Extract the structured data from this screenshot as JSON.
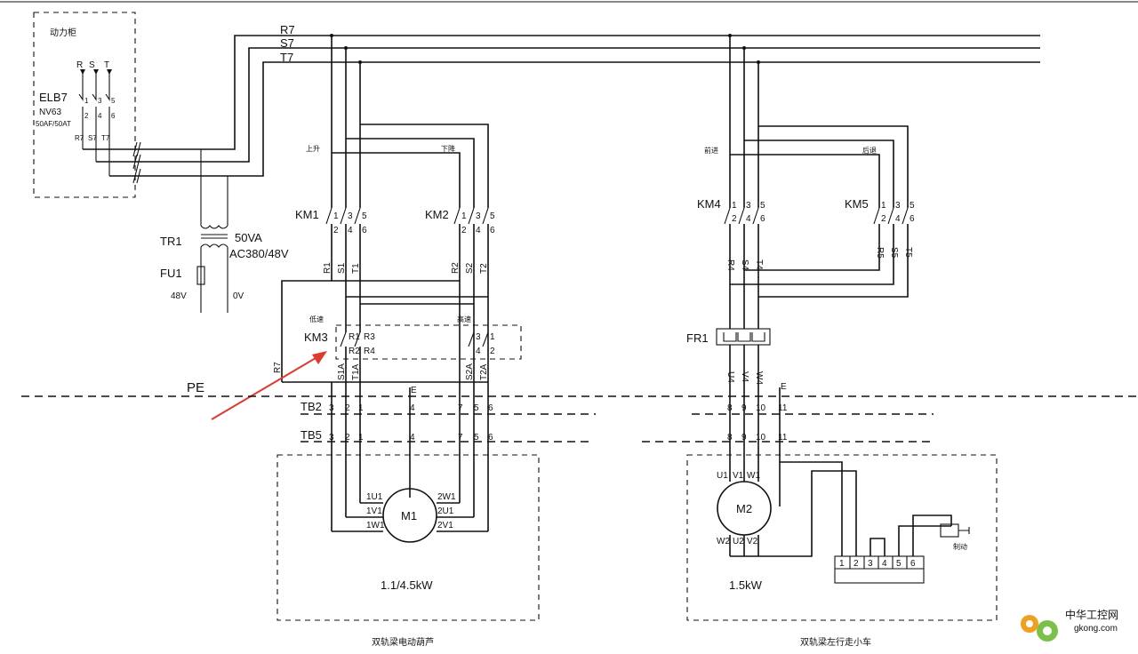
{
  "power_cabinet": {
    "title": "动力柜",
    "breaker_name": "ELB7",
    "breaker_model": "NV63",
    "breaker_rating": "50AF/50AT",
    "inputs": [
      "R",
      "S",
      "T"
    ],
    "poles_top": [
      "1",
      "3",
      "5"
    ],
    "poles_bottom": [
      "2",
      "4",
      "6"
    ],
    "outputs": [
      "R7",
      "S7",
      "T7"
    ]
  },
  "busbars": [
    "R7",
    "S7",
    "T7"
  ],
  "transformer": {
    "name": "TR1",
    "power": "50VA",
    "voltage": "AC380/48V",
    "fuse": "FU1",
    "v48": "48V",
    "v0": "0V"
  },
  "hoist": {
    "km1": "KM1",
    "km1_note": "上升",
    "km2": "KM2",
    "km2_note": "下降",
    "km3": "KM3",
    "km3_left_note": "低速",
    "km3_right_note": "高速",
    "contact_top": [
      "1",
      "3",
      "5"
    ],
    "contact_bottom": [
      "2",
      "4",
      "6"
    ],
    "km1_wires": [
      "R1",
      "S1",
      "T1"
    ],
    "km2_wires": [
      "R2",
      "S2",
      "T2"
    ],
    "km3_contacts": [
      "R1",
      "R3",
      "R2",
      "R4"
    ],
    "km3_high": [
      "3",
      "1",
      "4",
      "2"
    ],
    "r7": "R7",
    "lower_wires": [
      "S1A",
      "T1A",
      "S2A",
      "T2A"
    ],
    "motor": "M1",
    "motor_terms_left": [
      "1U1",
      "1V1",
      "1W1"
    ],
    "motor_terms_right": [
      "2W1",
      "2U1",
      "2V1"
    ],
    "power": "1.1/4.5kW",
    "caption": "双轨梁电动葫芦"
  },
  "trolley": {
    "km4": "KM4",
    "km4_note": "前进",
    "km5": "KM5",
    "km5_note": "后退",
    "contact_top": [
      "1",
      "3",
      "5"
    ],
    "contact_bottom": [
      "2",
      "4",
      "6"
    ],
    "km4_wires": [
      "R4",
      "S4",
      "T4"
    ],
    "km5_wires": [
      "R5",
      "S5",
      "T5"
    ],
    "fr": "FR1",
    "fr_out": [
      "U4",
      "V4",
      "W4"
    ],
    "motor": "M2",
    "motor_terms_top": [
      "U1",
      "V1",
      "W1"
    ],
    "motor_terms_bottom": [
      "W2",
      "U2",
      "V2"
    ],
    "brake_block": [
      "1",
      "2",
      "3",
      "4",
      "5",
      "6"
    ],
    "brake_label": "制动",
    "power": "1.5kW",
    "caption": "双轨梁左行走小车"
  },
  "pe": "PE",
  "terminals": {
    "tb2": "TB2",
    "tb5": "TB5",
    "hoist_nums": [
      "3",
      "2",
      "1",
      "4",
      "7",
      "5",
      "6"
    ],
    "trolley_nums": [
      "8",
      "9",
      "10",
      "11"
    ],
    "e": "E"
  },
  "watermark": {
    "text": "中华工控网",
    "url": "gkong.com"
  },
  "colors": {
    "line": "#111111",
    "arrow": "#e03a2f",
    "watermark": "#f0a020"
  }
}
